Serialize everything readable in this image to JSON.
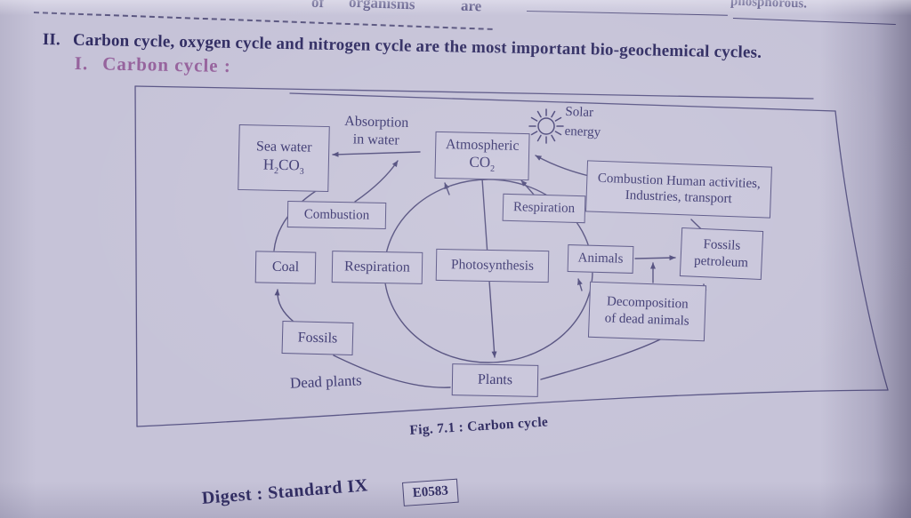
{
  "top": {
    "cut_word": "of",
    "word1": "organisms",
    "word2": "are",
    "answer": "phosphorous."
  },
  "heading": {
    "numeral": "II.",
    "text": "Carbon cycle, oxygen cycle and nitrogen cycle are the most important bio-geochemical cycles."
  },
  "subheading": {
    "numeral": "I.",
    "text": "Carbon cycle :"
  },
  "figure": {
    "caption": "Fig. 7.1 : Carbon cycle",
    "icons": {
      "sun": "sun-icon"
    },
    "nodes": {
      "sea_water": {
        "line1": "Sea water",
        "f_pre": "H",
        "f_sub1": "2",
        "f_mid": "CO",
        "f_sub2": "3"
      },
      "absorption": {
        "line1": "Absorption",
        "line2": "in water"
      },
      "atmospheric": {
        "line1": "Atmospheric",
        "f_pre": "CO",
        "f_sub1": "2"
      },
      "solar": {
        "line1": "Solar",
        "line2": "energy"
      },
      "combustion_human": {
        "line1": "Combustion Human activities,",
        "line2": "Industries, transport"
      },
      "respiration_right": {
        "label": "Respiration"
      },
      "combustion_left": {
        "label": "Combustion"
      },
      "coal": {
        "label": "Coal"
      },
      "respiration_left": {
        "label": "Respiration"
      },
      "photosynthesis": {
        "label": "Photosynthesis"
      },
      "animals": {
        "label": "Animals"
      },
      "fossils_petroleum": {
        "line1": "Fossils",
        "line2": "petroleum"
      },
      "decomposition": {
        "line1": "Decomposition",
        "line2": "of dead animals"
      },
      "fossils": {
        "label": "Fossils"
      },
      "plants": {
        "label": "Plants"
      },
      "dead_plants": {
        "label": "Dead plants"
      }
    }
  },
  "footer": {
    "series": "Digest : Standard IX",
    "code": "E0583"
  },
  "colors": {
    "paper": "#c6c3d8",
    "ink": "#35316b",
    "diagram_ink": "#534f7e",
    "heading_accent": "#96639d"
  }
}
